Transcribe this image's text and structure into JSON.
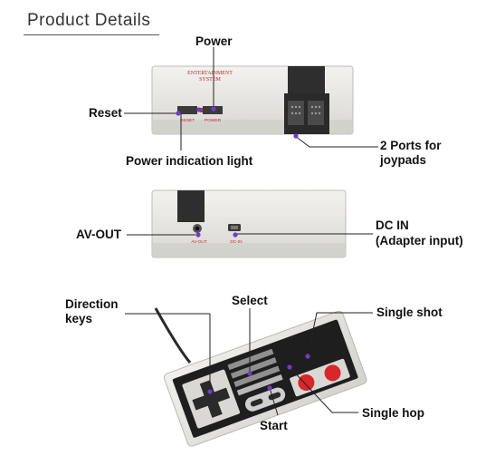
{
  "header": {
    "title": "Product Details"
  },
  "console_top": {
    "label_power": "Power",
    "label_reset": "Reset",
    "label_power_light": "Power indication light",
    "label_ports_line1": "2 Ports for",
    "label_ports_line2": "joypads",
    "body_text_line1": "ENTERTAINMENT",
    "body_text_line2": "SYSTEM",
    "button_reset_text": "RESET",
    "button_power_text": "POWER"
  },
  "console_back": {
    "label_av": "AV-OUT",
    "label_dc_line1": "DC IN",
    "label_dc_line2": "(Adapter input)",
    "port_av_text": "AV-OUT",
    "port_dc_text": "DC-IN"
  },
  "controller": {
    "label_direction_line1": "Direction",
    "label_direction_line2": "keys",
    "label_select": "Select",
    "label_start": "Start",
    "label_single_shot": "Single shot",
    "label_single_hop": "Single hop"
  },
  "colors": {
    "marker": "#6a3fc8",
    "body_light": "#e9e8e4",
    "body_dark": "#2b2b2b",
    "button_red": "#d9262b",
    "text_red": "#c0282c"
  }
}
